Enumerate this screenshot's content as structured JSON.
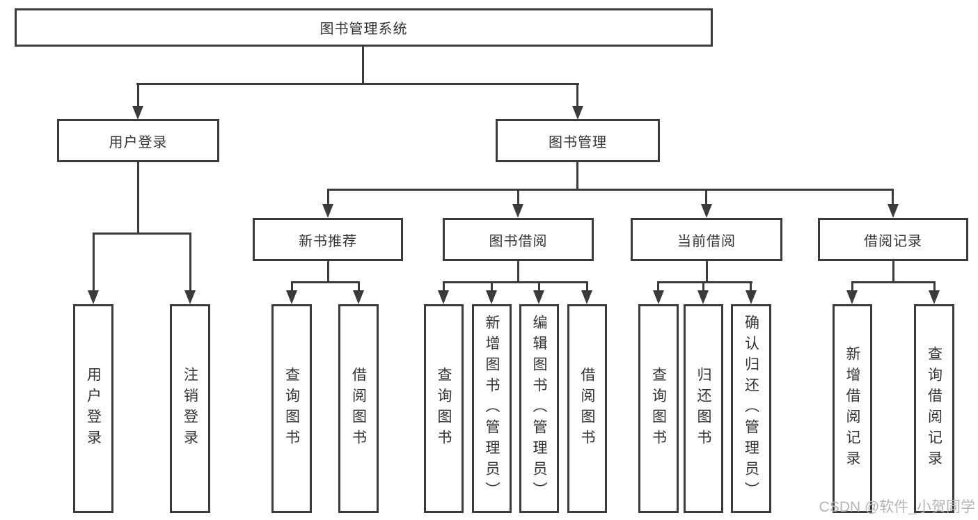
{
  "diagram": {
    "tree": {
      "root": {
        "label": "图书管理系统"
      },
      "branches": [
        {
          "label": "用户登录",
          "children": [
            "用户登录",
            "注销登录"
          ]
        },
        {
          "label": "图书管理",
          "children": [
            {
              "label": "新书推荐",
              "children": [
                "查询图书",
                "借阅图书"
              ]
            },
            {
              "label": "图书借阅",
              "children": [
                "查询图书",
                "新增图书（管理员）",
                "编辑图书（管理员）",
                "借阅图书"
              ]
            },
            {
              "label": "当前借阅",
              "children": [
                "查询图书",
                "归还图书",
                "确认归还（管理员）"
              ]
            },
            {
              "label": "借阅记录",
              "children": [
                "新增借阅记录",
                "查询借阅记录"
              ]
            }
          ]
        }
      ]
    },
    "colors": {
      "ink": "#3b3b3b",
      "text": "#333333",
      "background": "#ffffff",
      "watermark": "#b5b5b5"
    }
  },
  "watermark": {
    "text": "CSDN @软件_小贺同学"
  }
}
